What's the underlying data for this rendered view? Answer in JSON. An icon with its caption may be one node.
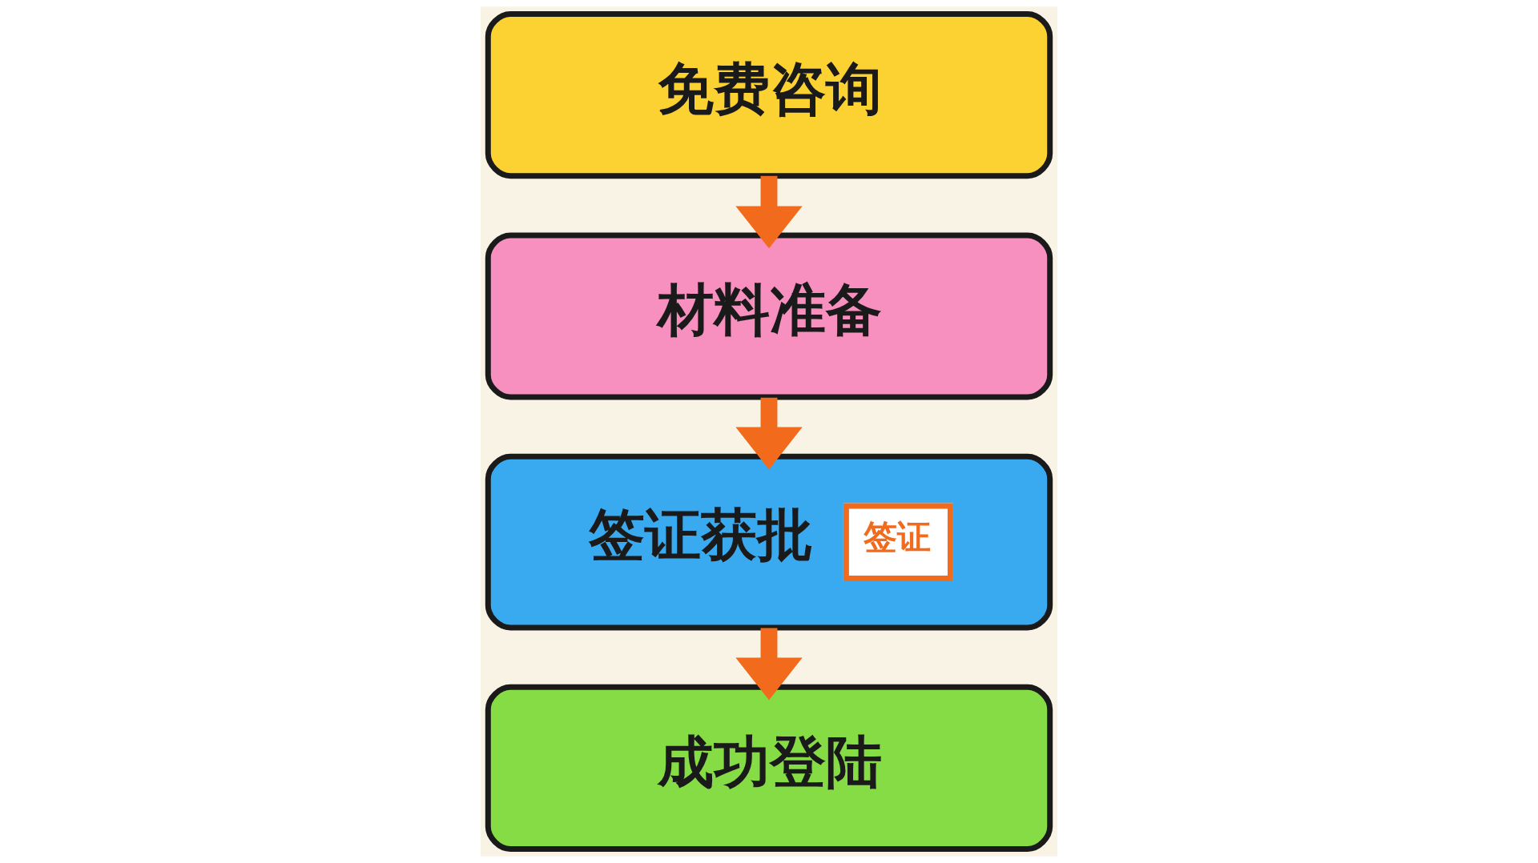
{
  "diagram": {
    "nodes": [
      {
        "text": [
          "免费咨询"
        ]
      },
      {
        "text": [
          "材料准备"
        ]
      },
      {
        "text": [
          "签证获批",
          "签证"
        ]
      },
      {
        "text": [
          "成功登陆"
        ]
      }
    ],
    "edges": [
      {
        "from": 0,
        "to": 1,
        "arrow": "to"
      },
      {
        "from": 1,
        "to": 2,
        "arrow": "to"
      },
      {
        "from": 2,
        "to": 3,
        "arrow": "to"
      }
    ]
  }
}
